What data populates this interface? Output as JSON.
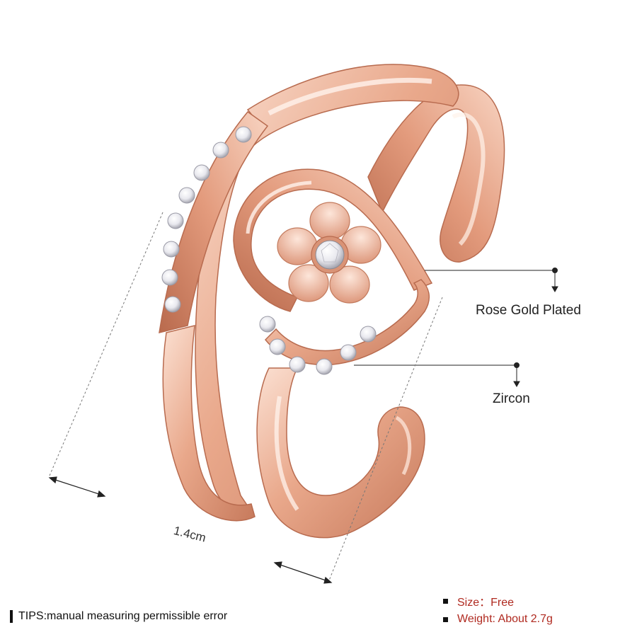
{
  "callouts": {
    "plated": "Rose Gold Plated",
    "zircon": "Zircon"
  },
  "dimension": "1.4cm",
  "tips": "TIPS:manual measuring permissible error",
  "specs": [
    {
      "text": "Size：Free"
    },
    {
      "text": "Weight: About 2.7g"
    }
  ],
  "colors": {
    "rose_gold": "#e8a587",
    "rose_gold_light": "#f7d3c1",
    "rose_gold_dark": "#c47658",
    "spec_text": "#b02a20"
  }
}
